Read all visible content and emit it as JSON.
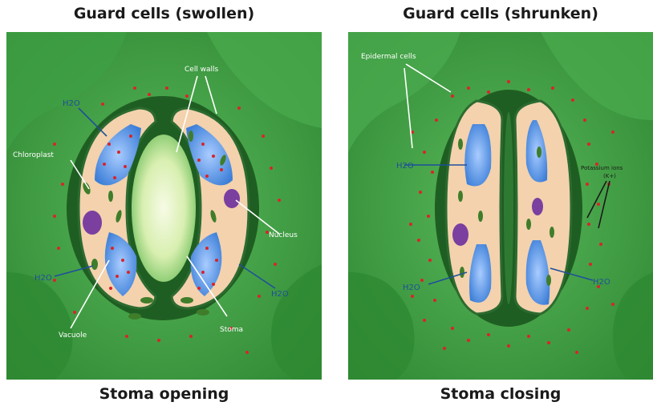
{
  "left": {
    "title": "Guard cells (swollen)",
    "caption": "Stoma opening",
    "labels": {
      "cell_walls": "Cell walls",
      "chloroplast": "Chloroplast",
      "nucleus": "Nucleus",
      "vacuole": "Vacuole",
      "stoma": "Stoma",
      "h2o": "H2O"
    }
  },
  "right": {
    "title": "Guard cells (shrunken)",
    "caption": "Stoma closing",
    "labels": {
      "epidermal_cells": "Epidermal cells",
      "potassium_ions": "Potassium ions",
      "potassium_symbol": "(K+)",
      "h2o": "H2O"
    }
  },
  "colors": {
    "background_green": "#3a9a3e",
    "dark_green": "#1f5e22",
    "cell_cytoplasm": "#f3d2ad",
    "vacuole_blue": "#4f8fe0",
    "nucleus_purple": "#7b3fa0",
    "potassium_red": "#d9242a",
    "water_blue": "#1f4f9a"
  }
}
